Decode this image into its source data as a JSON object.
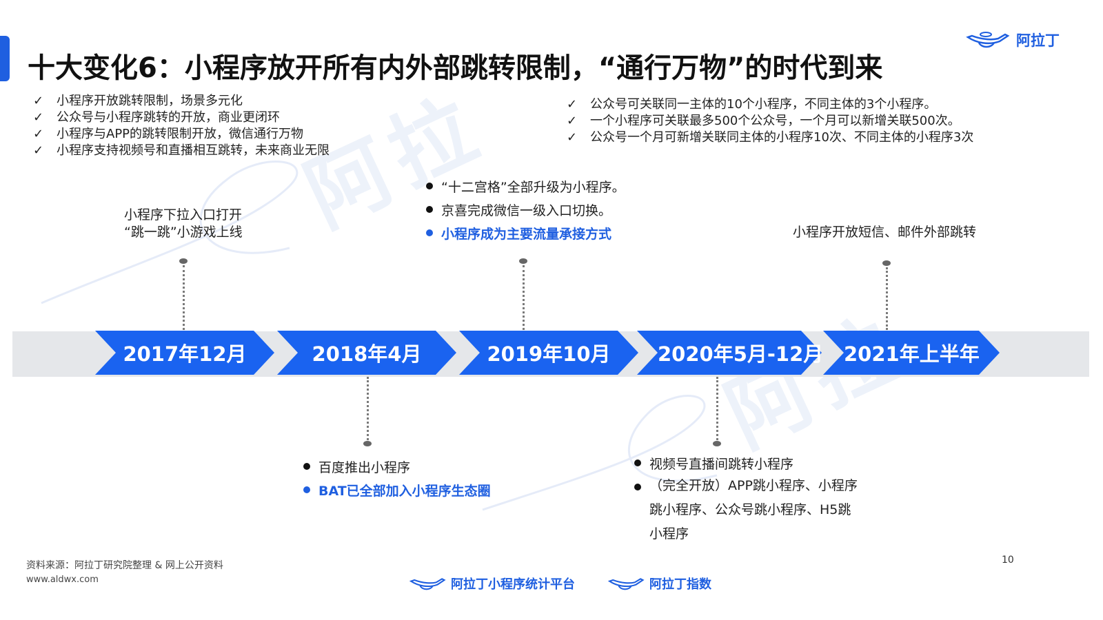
{
  "title": "十大变化6：小程序放开所有内外部跳转限制，“通行万物”的时代到来",
  "brand": {
    "name": "阿拉丁",
    "icon": "lamp-icon"
  },
  "checks_left": [
    "小程序开放跳转限制，场景多元化",
    "公众号与小程序跳转的开放，商业更闭环",
    "小程序与APP的跳转限制开放，微信通行万物",
    "小程序支持视频号和直播相互跳转，未来商业无限"
  ],
  "checks_right": [
    "公众号可关联同一主体的10个小程序，不同主体的3个小程序。",
    "一个小程序可关联最多500个公众号，一个月可以新增关联500次。",
    "公众号一个月可新增关联同主体的小程序10次、不同主体的小程序3次"
  ],
  "check_mark": "✓",
  "timeline": [
    "2017年12月",
    "2018年4月",
    "2019年10月",
    "2020年5月-12月",
    "2021年上半年"
  ],
  "events": {
    "e2017_line1": "小程序下拉入口打开",
    "e2017_line2": "“跳一跳”小游戏上线",
    "e2018_b1": "百度推出小程序",
    "e2018_b2": "BAT已全部加入小程序生态圈",
    "e2019_b1": "“十二宫格”全部升级为小程序。",
    "e2019_b2": "京喜完成微信一级入口切换。",
    "e2019_b3": "小程序成为主要流量承接方式",
    "e2020_b1": "视频号直播间跳转小程序",
    "e2020_b2": "（完全开放）APP跳小程序、小程序跳小程序、公众号跳小程序、H5跳小程序",
    "e2021": "小程序开放短信、邮件外部跳转"
  },
  "footer": {
    "source": "资料来源：阿拉丁研究院整理 & 网上公开资料",
    "url": "www.aldwx.com",
    "page": "10",
    "logo1": "阿拉丁小程序统计平台",
    "logo2": "阿拉丁指数"
  },
  "colors": {
    "accent": "#1f5fe0",
    "chevron": "#1a63f0",
    "band": "#e5e7ea"
  }
}
